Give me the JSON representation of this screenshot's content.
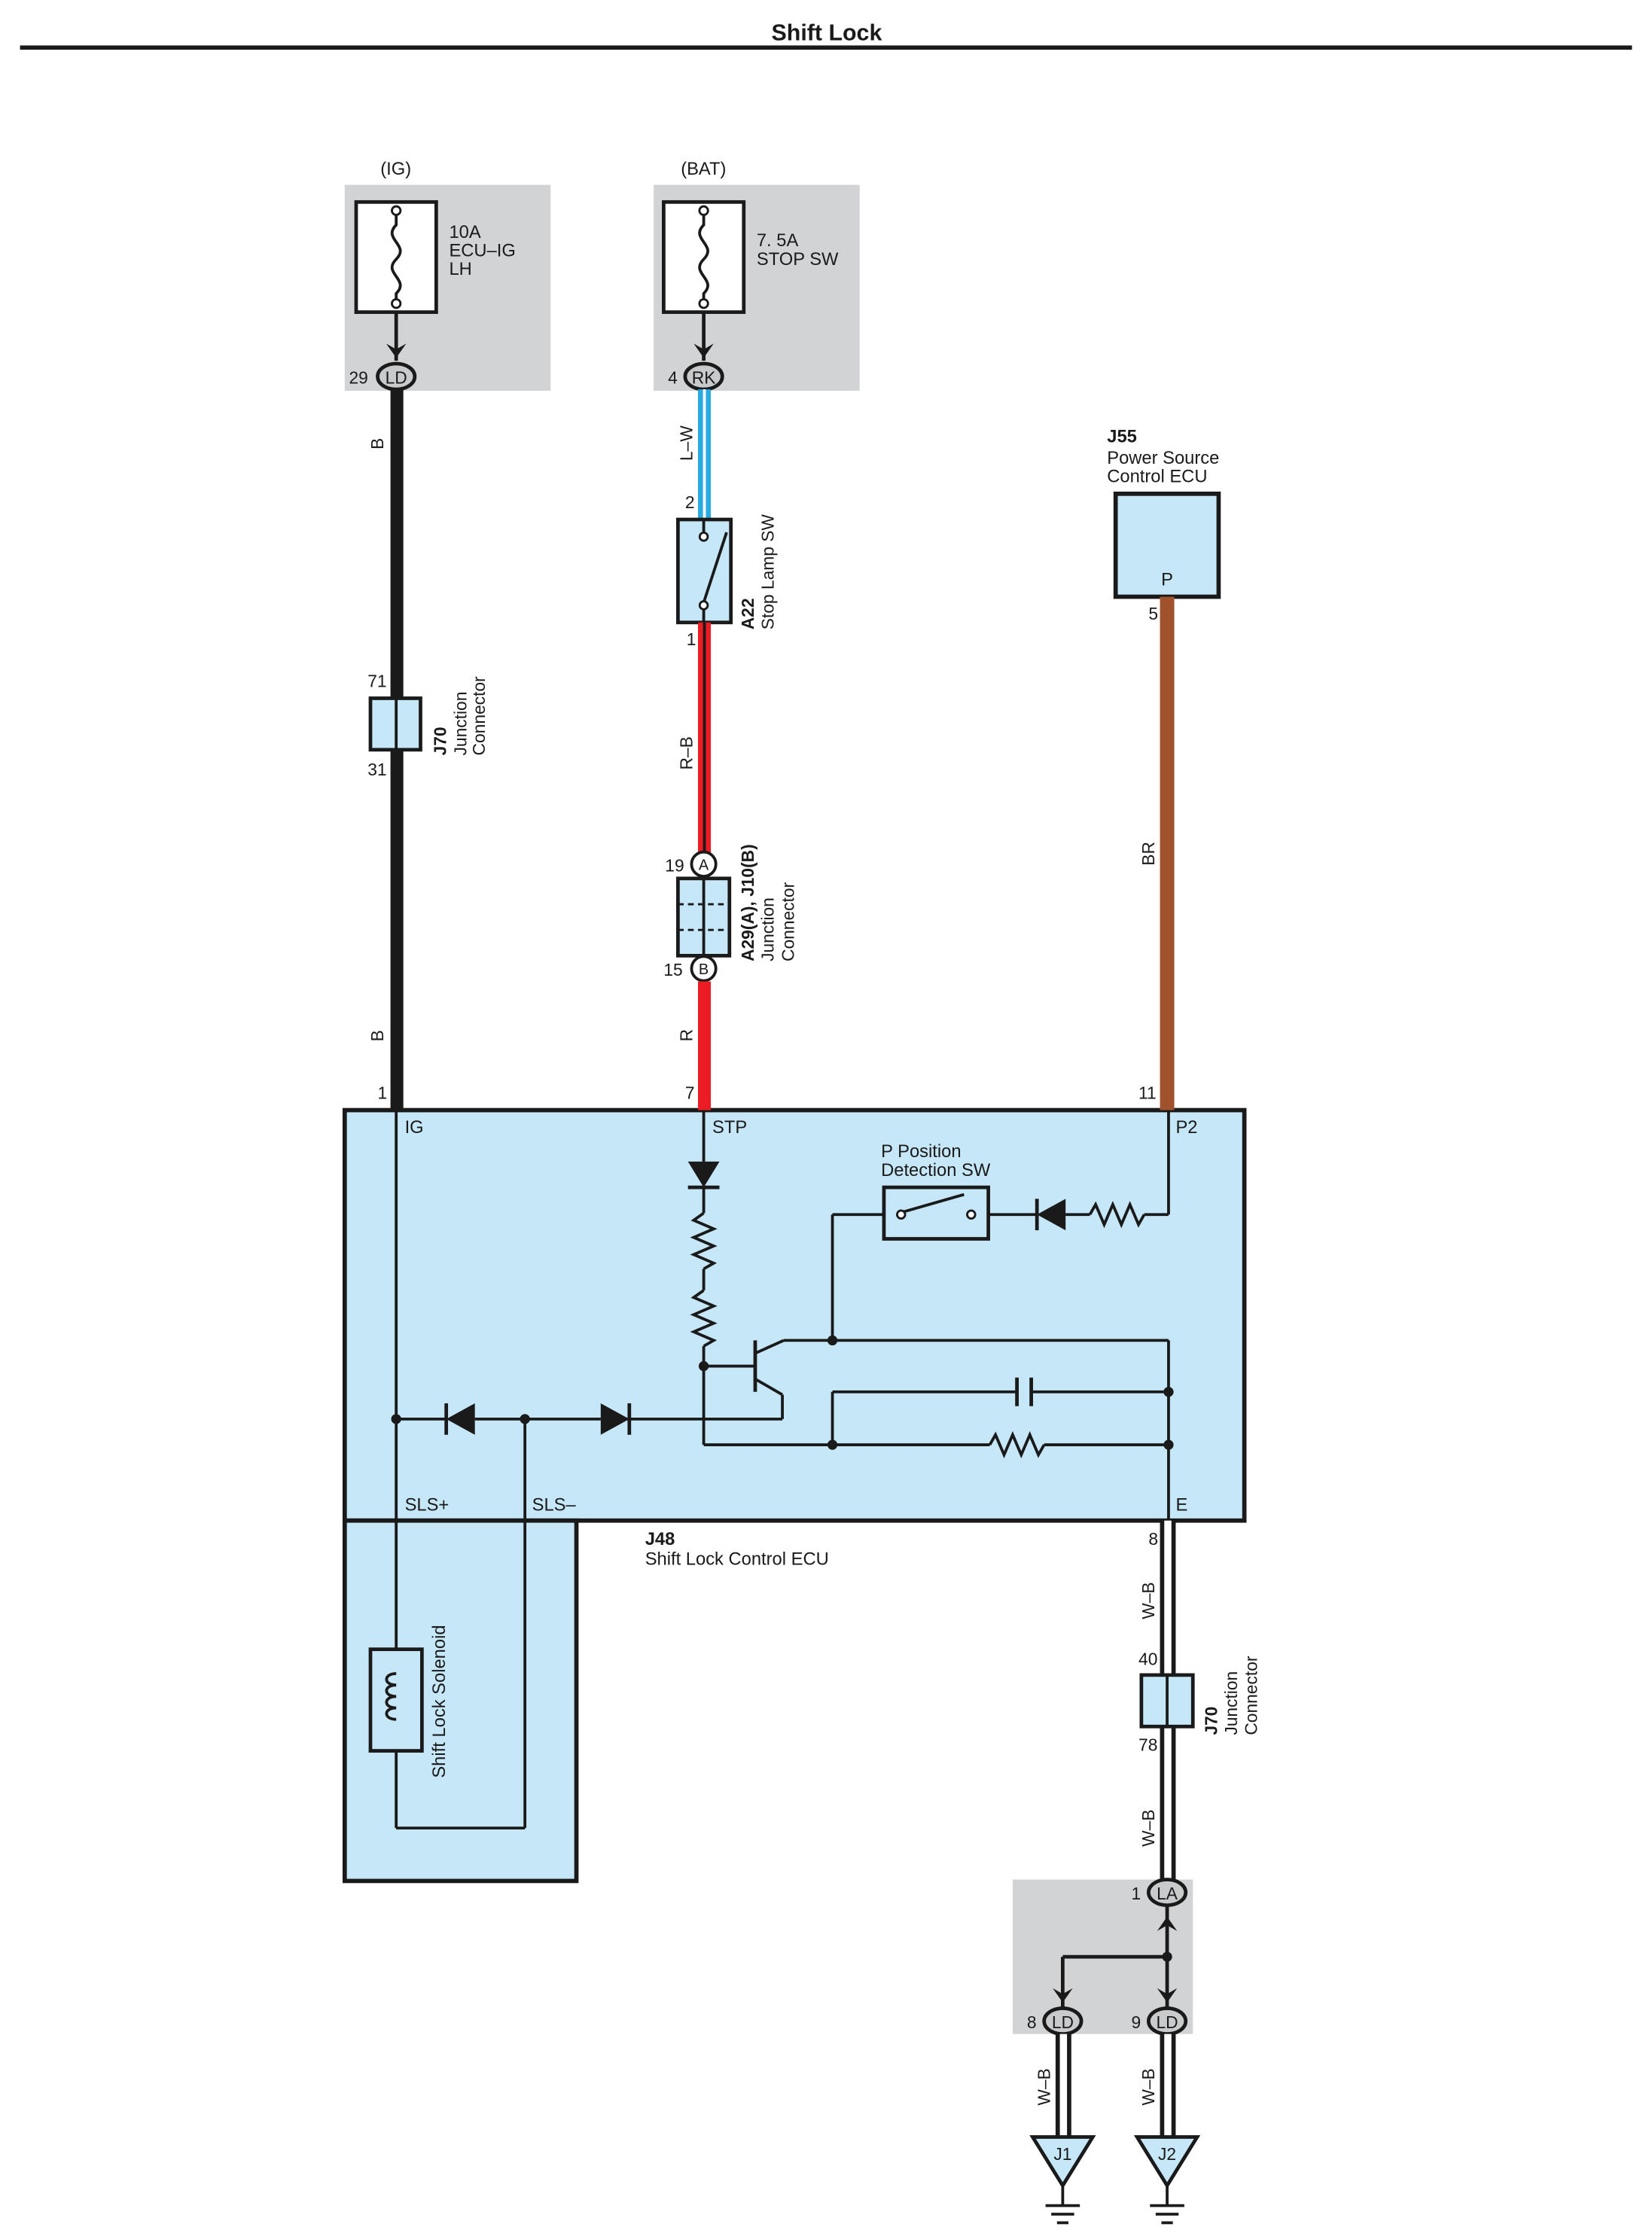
{
  "title": "Shift Lock",
  "colors": {
    "panel": "#d2d3d5",
    "module": "#c6e7f8",
    "wire_black": "#1a1a1a",
    "wire_blue": "#29aae1",
    "wire_red": "#ec1c24",
    "wire_brown": "#a0522d",
    "wire_white_black": "#ffffff"
  },
  "fuses": {
    "ig": {
      "supply": "(IG)",
      "rating": "10A",
      "name_line1": "ECU–IG",
      "name_line2": "LH",
      "pin": "29",
      "connector": "LD"
    },
    "bat": {
      "supply": "(BAT)",
      "rating": "7. 5A",
      "name_line1": "STOP SW",
      "pin": "4",
      "connector": "RK"
    }
  },
  "wires": {
    "ig_upper": "B",
    "ig_lower": "B",
    "stop_upper": "L–W",
    "stop_middle": "R–B",
    "stop_lower": "R",
    "power_source": "BR",
    "ground_upper": "W–B",
    "ground_middle": "W–B",
    "ground_j1": "W–B",
    "ground_j2": "W–B"
  },
  "components": {
    "j70_upper": {
      "code": "J70",
      "name_line1": "Junction",
      "name_line2": "Connector",
      "pin_top": "71",
      "pin_bottom": "31"
    },
    "a22": {
      "code": "A22",
      "name": "Stop Lamp SW",
      "pin_top": "2",
      "pin_bottom": "1"
    },
    "a29": {
      "code": "A29(A), J10(B)",
      "name_line1": "Junction",
      "name_line2": "Connector",
      "pin_top": "19",
      "pin_bottom": "15",
      "mark_top": "A",
      "mark_bottom": "B"
    },
    "j55": {
      "code": "J55",
      "name_line1": "Power Source",
      "name_line2": "Control ECU",
      "terminal": "P",
      "pin": "5"
    },
    "j48": {
      "code": "J48",
      "name": "Shift Lock Control ECU"
    },
    "j70_lower": {
      "code": "J70",
      "name_line1": "Junction",
      "name_line2": "Connector",
      "pin_top": "40",
      "pin_bottom": "78"
    },
    "solenoid": {
      "name": "Shift Lock Solenoid"
    },
    "p_switch": {
      "name_line1": "P Position",
      "name_line2": "Detection SW"
    }
  },
  "ecu_terminals": {
    "ig": {
      "label": "IG",
      "pin": "1"
    },
    "stp": {
      "label": "STP",
      "pin": "7"
    },
    "p2": {
      "label": "P2",
      "pin": "11"
    },
    "sls_plus": {
      "label": "SLS+"
    },
    "sls_minus": {
      "label": "SLS–"
    },
    "e": {
      "label": "E",
      "pin": "8"
    }
  },
  "ground_block": {
    "connector_top": "LA",
    "pin_top": "1",
    "connector_left": "LD",
    "pin_left": "8",
    "connector_right": "LD",
    "pin_right": "9"
  },
  "grounds": {
    "j1": "J1",
    "j2": "J2"
  }
}
